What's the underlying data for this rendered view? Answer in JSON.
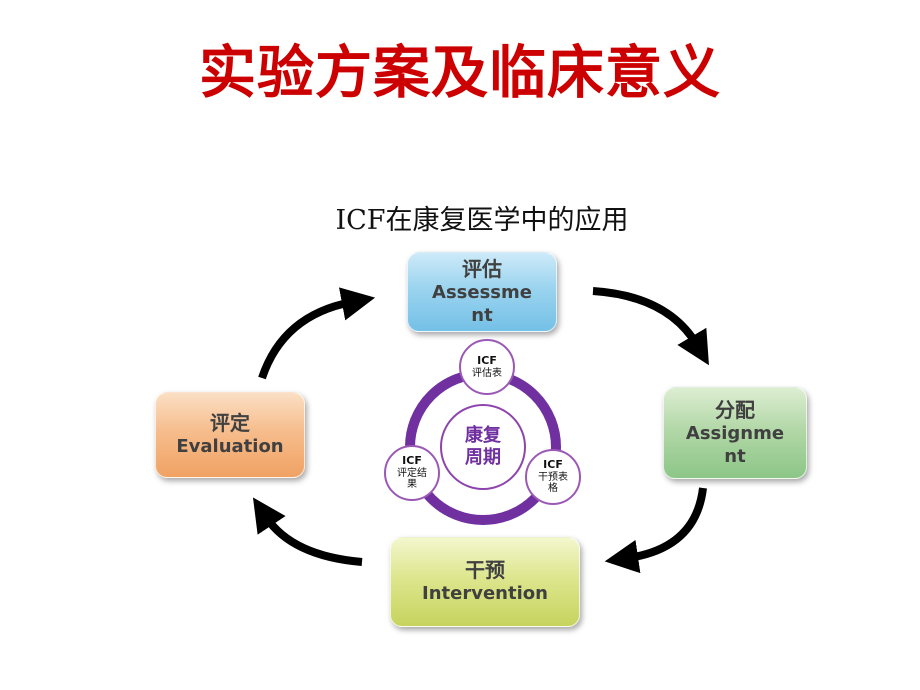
{
  "slide": {
    "title": "实验方案及临床意义",
    "diagram_title": "ICF在康复医学中的应用"
  },
  "nodes": {
    "assessment": {
      "lines": [
        "评估",
        "Assessme",
        "nt"
      ]
    },
    "assignment": {
      "lines": [
        "分配",
        "Assignme",
        "nt"
      ]
    },
    "intervention": {
      "lines": [
        "干预",
        "Intervention"
      ]
    },
    "evaluation": {
      "lines": [
        "评定",
        "Evaluation"
      ]
    }
  },
  "hub": {
    "center_lines": [
      "康复",
      "周期"
    ],
    "satellites": {
      "top": {
        "lines": [
          "ICF",
          "评估表"
        ]
      },
      "bottom_right": {
        "lines": [
          "ICF",
          "干预表",
          "格"
        ]
      },
      "bottom_left": {
        "lines": [
          "ICF",
          "评定结",
          "果"
        ]
      }
    }
  },
  "colors": {
    "title_red": "#cc0000",
    "ring_purple": "#7030a0",
    "arrow_black": "#000000",
    "assessment_blue": "#74c0e6",
    "assignment_green": "#8cc687",
    "intervention_yellow_green": "#c6d45e",
    "evaluation_orange": "#f0a263"
  }
}
